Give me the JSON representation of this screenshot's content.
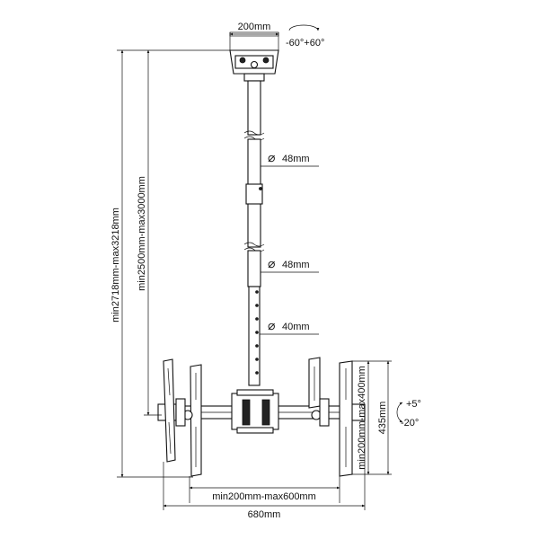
{
  "labels": {
    "plate_width": "200mm",
    "swivel": "-60°+60°",
    "dia1": "48mm",
    "dia2": "48mm",
    "dia3": "40mm",
    "diameter_symbol": "⌀",
    "total_height": "min2718mm-max3218mm",
    "pole_length": "min2500mm-max3000mm",
    "vesa_vertical": "min200mm-max400mm",
    "bracket_height": "435mm",
    "tilt_up": "+5°",
    "tilt_down": "-20°",
    "vesa_horizontal": "min200mm-max600mm",
    "total_width": "680mm"
  }
}
